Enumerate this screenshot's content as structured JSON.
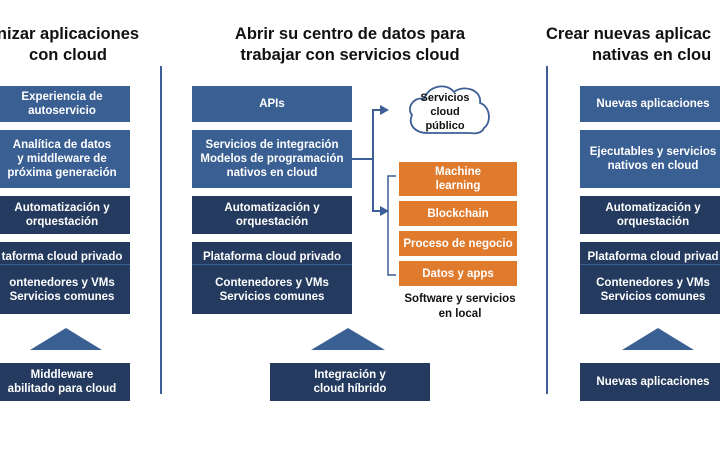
{
  "columns": {
    "left": {
      "heading": [
        "nizar aplicaciones",
        "con cloud"
      ],
      "boxes": [
        [
          "Experiencia de",
          "autoservicio"
        ],
        [
          "Analítica de datos",
          "y middleware de",
          "próxima generación"
        ],
        [
          "Automatización y",
          "orquestación"
        ],
        [
          "taforma cloud privado"
        ],
        [
          "ontenedores y VMs",
          "Servicios comunes"
        ]
      ],
      "bottom": [
        "Middleware",
        "abilitado para cloud"
      ]
    },
    "middle": {
      "heading": [
        "Abrir su centro de datos para",
        "trabajar con servicios cloud"
      ],
      "boxes": [
        [
          "APIs"
        ],
        [
          "Servicios de integración",
          "Modelos de programación",
          "nativos en cloud"
        ],
        [
          "Automatización y",
          "orquestación"
        ],
        [
          "Plataforma cloud privado"
        ],
        [
          "Contenedores y VMs",
          "Servicios comunes"
        ]
      ],
      "bottom": [
        "Integración y",
        "cloud híbrido"
      ],
      "cloud_label": [
        "Servicios",
        "cloud",
        "público"
      ],
      "local_items": [
        "Machine learning",
        "Blockchain",
        "Proceso de negocio",
        "Datos y apps"
      ],
      "local_label": [
        "Software y servicios",
        "en local"
      ]
    },
    "right": {
      "heading": [
        "Crear nuevas aplicac",
        "nativas en clou"
      ],
      "boxes": [
        [
          "Nuevas aplicaciones"
        ],
        [
          "Ejecutables y servicios",
          "nativos en cloud"
        ],
        [
          "Automatización y",
          "orquestación"
        ],
        [
          "Plataforma cloud privad"
        ],
        [
          "Contenedores y VMs",
          "Servicios comunes"
        ]
      ],
      "bottom": [
        "Nuevas aplicaciones"
      ]
    }
  },
  "colors": {
    "box_blue": "#3a5f93",
    "box_dark": "#243a5e",
    "box_orange": "#e07b2e",
    "arrow": "#3d5f95"
  }
}
